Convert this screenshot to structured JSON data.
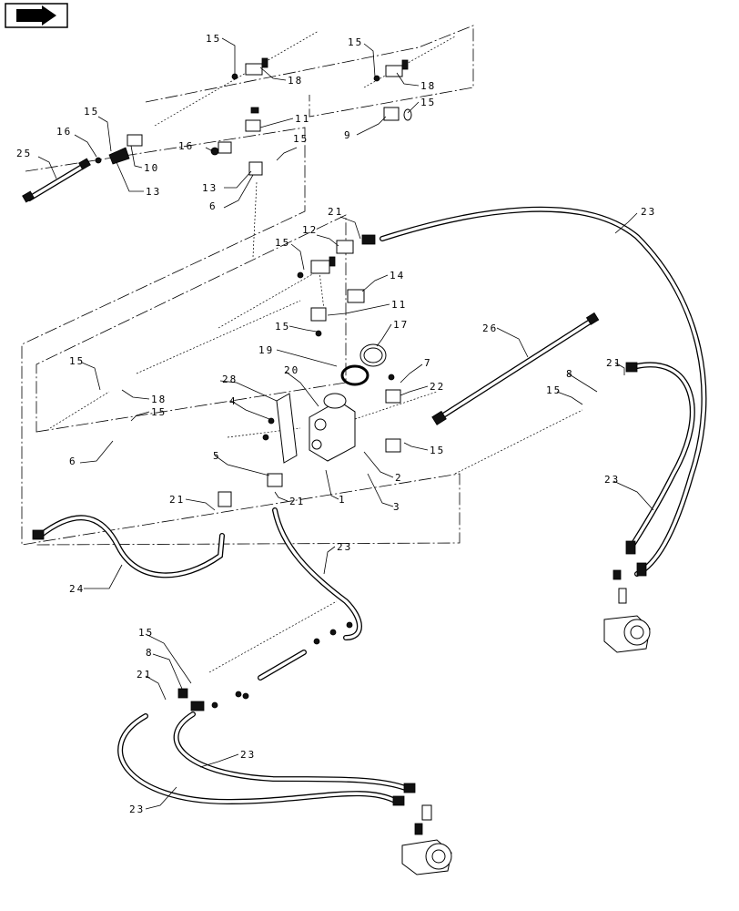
{
  "nav_icon": "arrow-right-icon",
  "callouts": {
    "c15a": "15",
    "c18a": "18",
    "c15b": "15",
    "c18b": "18",
    "c15c": "15",
    "c9": "9",
    "c15d": "15",
    "c16a": "16",
    "c10": "10",
    "c13a": "13",
    "c25": "25",
    "c11a": "11",
    "c16b": "16",
    "c15e": "15",
    "c13b": "13",
    "c6a": "6",
    "c21a": "21",
    "c23a": "23",
    "c12": "12",
    "c15f": "15",
    "c14": "14",
    "c11b": "11",
    "c15g": "15",
    "c17": "17",
    "c19": "19",
    "c26": "26",
    "c15h": "15",
    "c18c": "18",
    "c15i": "15",
    "c6b": "6",
    "c28": "28",
    "c20": "20",
    "c7": "7",
    "c22": "22",
    "c4": "4",
    "c15j": "15",
    "c8a": "8",
    "c21b": "21",
    "c15k": "15",
    "c5": "5",
    "c2": "2",
    "c21c": "21",
    "c21d": "21",
    "c1": "1",
    "c3": "3",
    "c23b": "23",
    "c23c": "23",
    "c24": "24",
    "c15l": "15",
    "c8b": "8",
    "c21e": "21",
    "c23d": "23",
    "c23e": "23"
  }
}
